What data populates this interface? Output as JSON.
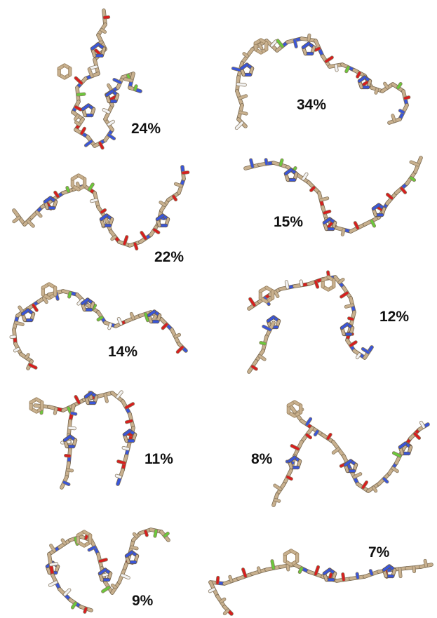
{
  "figure": {
    "description_colors": {
      "carbon": "#c8b08e",
      "carbon_dark": "#9c8462",
      "nitrogen": "#3a56d8",
      "oxygen": "#d81e1e",
      "fluorine": "#6cc83c",
      "hydrogen": "#f2f2f2",
      "label": "#111111"
    },
    "panels": [
      {
        "id": "p1",
        "label": "24%",
        "value": 24
      },
      {
        "id": "p2",
        "label": "34%",
        "value": 34
      },
      {
        "id": "p3",
        "label": "22%",
        "value": 22
      },
      {
        "id": "p4",
        "label": "15%",
        "value": 15
      },
      {
        "id": "p5",
        "label": "14%",
        "value": 14
      },
      {
        "id": "p6",
        "label": "12%",
        "value": 12
      },
      {
        "id": "p7",
        "label": "11%",
        "value": 11
      },
      {
        "id": "p8",
        "label": "8%",
        "value": 8
      },
      {
        "id": "p9",
        "label": "9%",
        "value": 9
      },
      {
        "id": "p10",
        "label": "7%",
        "value": 7
      }
    ]
  }
}
